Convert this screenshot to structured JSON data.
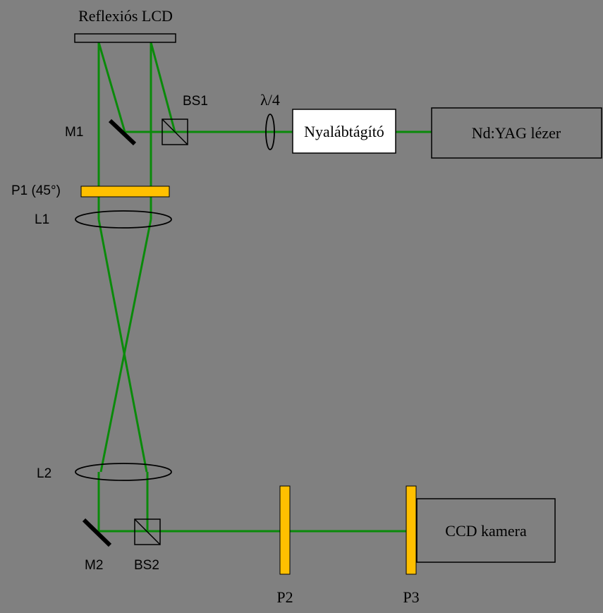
{
  "labels": {
    "lcd": "Reflexiós LCD",
    "bs1": "BS1",
    "lambda": "λ/4",
    "expander": "Nyalábtágító",
    "laser": "Nd:YAG lézer",
    "m1": "M1",
    "p1": "P1 (45°)",
    "l1": "L1",
    "l2": "L2",
    "m2": "M2",
    "bs2": "BS2",
    "p2": "P2",
    "p3": "P3",
    "camera": "CCD kamera"
  },
  "colors": {
    "background": "#808080",
    "beam": "#0a8a0a",
    "polarizer": "#ffc000",
    "box_fill": "#ffffff",
    "outline": "#000000"
  }
}
